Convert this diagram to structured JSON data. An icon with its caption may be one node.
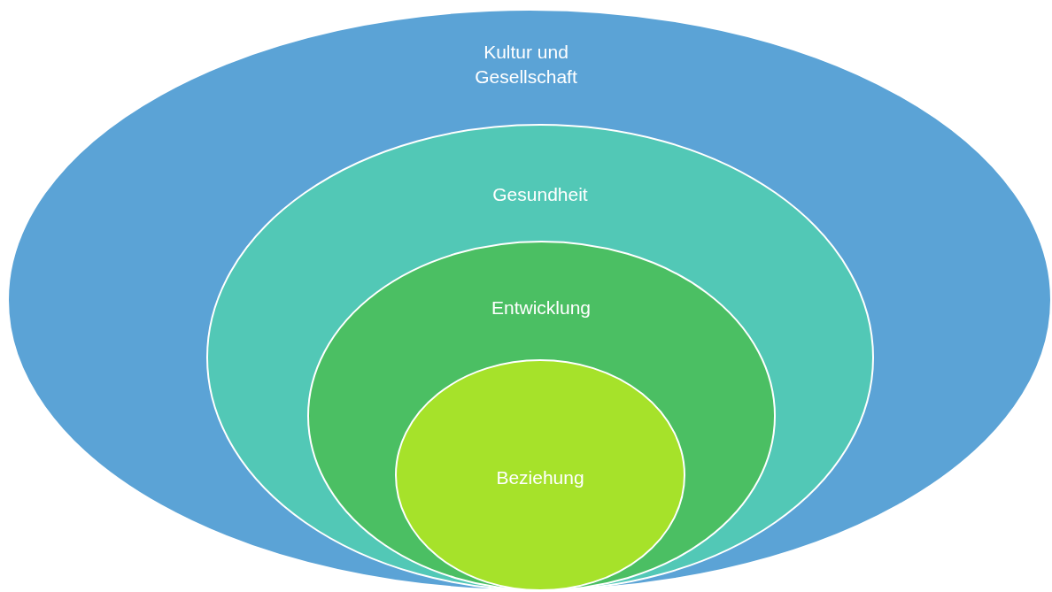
{
  "diagram": {
    "nodes": [
      {
        "text": [
          "Kultur und Gesellschaft"
        ]
      },
      {
        "text": [
          "Gesundheit"
        ],
        "in": 0
      },
      {
        "text": [
          "Entwicklung"
        ],
        "in": 1
      },
      {
        "text": [
          "Beziehung"
        ],
        "in": 2
      }
    ]
  }
}
